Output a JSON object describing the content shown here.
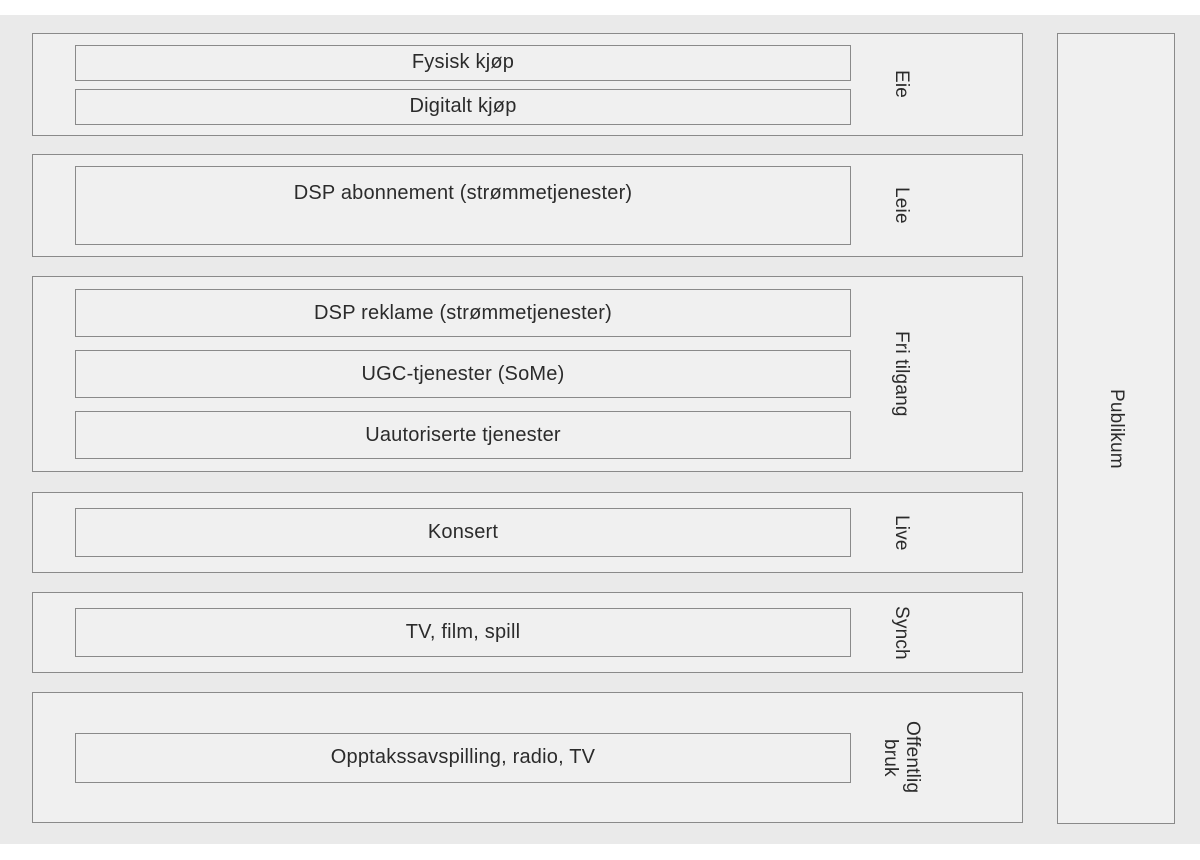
{
  "diagram": {
    "groups": [
      {
        "label": "Eie",
        "items": [
          "Fysisk kjøp",
          "Digitalt kjøp"
        ]
      },
      {
        "label": "Leie",
        "items": [
          "DSP abonnement (strømmetjenester)"
        ]
      },
      {
        "label": "Fri tilgang",
        "items": [
          "DSP reklame (strømmetjenester)",
          "UGC-tjenester (SoMe)",
          "Uautoriserte tjenester"
        ]
      },
      {
        "label": "Live",
        "items": [
          "Konsert"
        ]
      },
      {
        "label": "Synch",
        "items": [
          "TV, film, spill"
        ]
      },
      {
        "label": "Offentlig bruk",
        "items": [
          "Opptakssavspilling, radio, TV"
        ]
      }
    ],
    "audience_label": "Publikum",
    "colors": {
      "page_bg": "#ffffff",
      "panel_bg": "#eaeaea",
      "box_fill": "#f0f0f0",
      "border": "#8a8a8a",
      "text": "#2b2b2b"
    }
  }
}
